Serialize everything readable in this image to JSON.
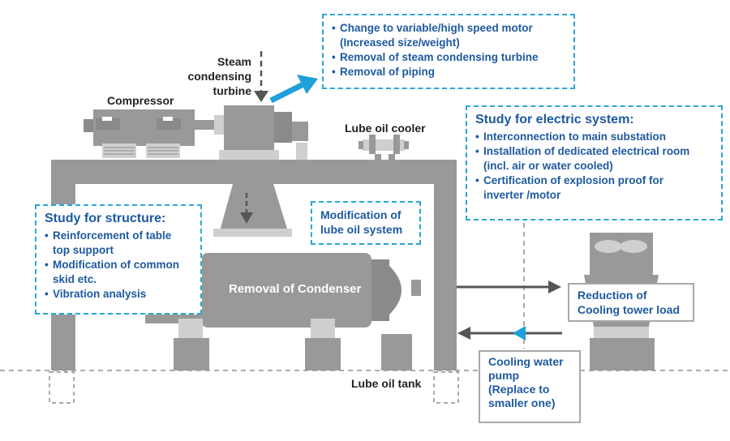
{
  "labels": {
    "steam_turbine": "Steam\ncondensing\nturbine",
    "compressor": "Compressor",
    "lube_oil_cooler": "Lube oil cooler",
    "condenser": "Removal of Condenser",
    "lube_oil_tank": "Lube oil tank"
  },
  "motor_box": {
    "items": [
      "Change to variable/high speed motor\n(Increased size/weight)",
      "Removal of steam condensing turbine",
      "Removal of piping"
    ]
  },
  "electric_box": {
    "title": "Study for electric system:",
    "items": [
      "Interconnection to main substation",
      "Installation of dedicated electrical room\n(incl. air or water cooled)",
      "Certification of explosion proof for\ninverter /motor"
    ]
  },
  "structure_box": {
    "title": "Study for structure:",
    "items": [
      "Reinforcement of table\ntop support",
      "Modification of common\nskid etc.",
      "Vibration analysis"
    ]
  },
  "lube_box": {
    "text": "Modification of\nlube oil system"
  },
  "cooling_tower_box": {
    "text": "Reduction of\nCooling tower load"
  },
  "pump_box": {
    "text": "Cooling water\npump\n(Replace to\nsmaller one)"
  },
  "colors": {
    "equipment": "#999999",
    "equipment_dark": "#8a8a8a",
    "light": "#cfcfcf",
    "accent_arrow": "#1ea0d8",
    "text_blue": "#1e5aa0",
    "dashed_border": "#2aa6d8"
  }
}
